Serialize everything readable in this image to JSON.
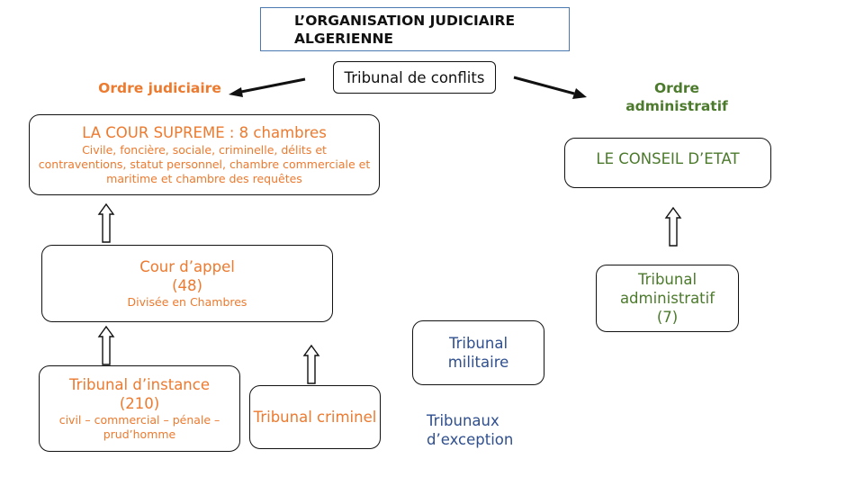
{
  "title": {
    "line1": "L’ORGANISATION JUDICIAIRE",
    "line2": "ALGERIENNE"
  },
  "conflicts": {
    "label": "Tribunal de conflits"
  },
  "ordre_judiciaire": {
    "label": "Ordre judiciaire"
  },
  "ordre_administratif": {
    "line1": "Ordre",
    "line2": "administratif"
  },
  "cour_supreme": {
    "title": "LA COUR SUPREME : 8 chambres",
    "desc_line1": "Civile, foncière, sociale, criminelle, délits et",
    "desc_line2": "contraventions, statut personnel, chambre commerciale et",
    "desc_line3": "maritime et chambre des requêtes"
  },
  "cour_appel": {
    "title": "Cour d’appel",
    "count": "(48)",
    "desc": "Divisée en Chambres"
  },
  "tribunal_instance": {
    "title": "Tribunal d’instance",
    "count": "(210)",
    "desc_line1": "civil – commercial – pénale –",
    "desc_line2": "prud’homme"
  },
  "tribunal_criminel": {
    "label": "Tribunal criminel"
  },
  "tribunal_militaire": {
    "line1": "Tribunal",
    "line2": "militaire"
  },
  "tribunaux_exception": {
    "line1": "Tribunaux",
    "line2": "d’exception"
  },
  "conseil_etat": {
    "label": "LE CONSEIL D’ETAT"
  },
  "tribunal_administratif": {
    "line1": "Tribunal",
    "line2": "administratif",
    "count": "(7)"
  },
  "colors": {
    "judiciaire": "#ec7a2f",
    "administratif": "#4c7a2c",
    "exception": "#2f4f8f",
    "title_border": "#4a78b0"
  }
}
